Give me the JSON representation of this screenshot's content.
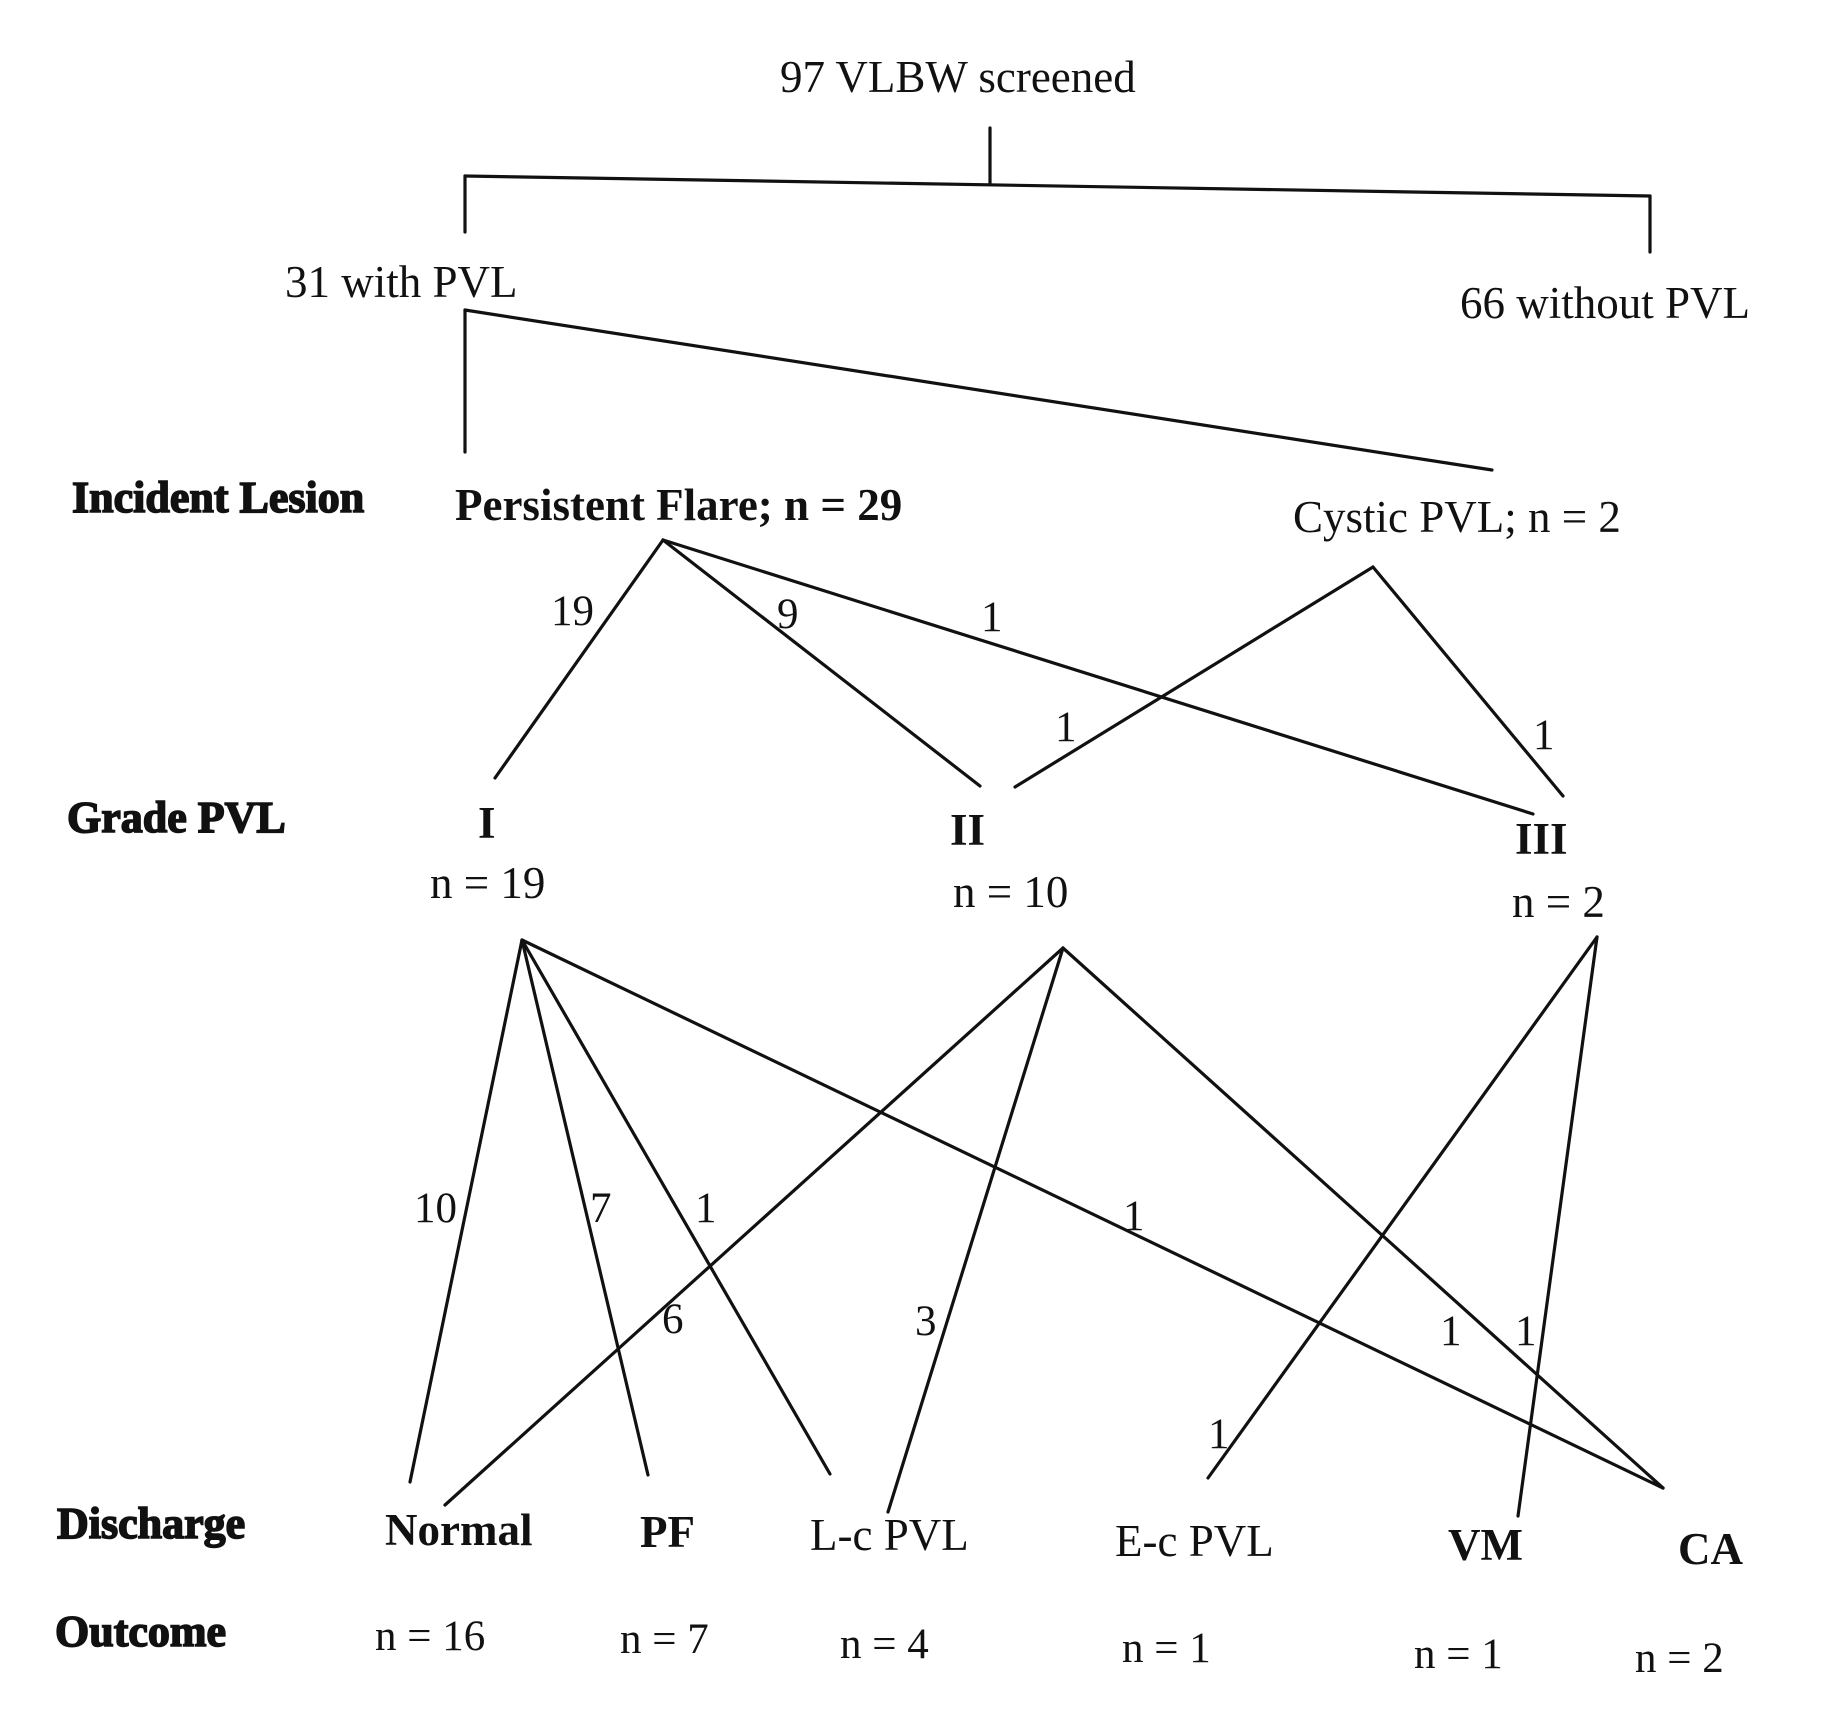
{
  "root": {
    "label": "97 VLBW screened"
  },
  "level1": {
    "with_pvl": "31 with PVL",
    "without_pvl": "66 without PVL"
  },
  "row_labels": {
    "incident_lesion": "Incident Lesion",
    "grade_pvl": "Grade PVL",
    "discharge": "Discharge",
    "outcome": "Outcome"
  },
  "incident_lesion": {
    "persistent_flare": "Persistent Flare; n = 29",
    "cystic_pvl": "Cystic PVL; n = 2"
  },
  "grades": [
    {
      "grade": "I",
      "n": "n = 19"
    },
    {
      "grade": "II",
      "n": "n = 10"
    },
    {
      "grade": "III",
      "n": "n = 2"
    }
  ],
  "lesion_to_grade": {
    "pf_to_I": "19",
    "pf_to_II": "9",
    "pf_to_III": "1",
    "cystic_to_II": "1",
    "cystic_to_III": "1"
  },
  "grade_to_outcome": {
    "I_to_normal": "10",
    "I_to_pf": "7",
    "I_to_lc": "1",
    "I_to_ca": "1",
    "II_to_normal": "6",
    "II_to_lc": "3",
    "II_to_ca": "1",
    "III_to_ec": "1",
    "III_to_vm": "1"
  },
  "outcomes": [
    {
      "label": "Normal",
      "n": "n = 16"
    },
    {
      "label": "PF",
      "n": "n = 7"
    },
    {
      "label": "L-c PVL",
      "n": "n = 4"
    },
    {
      "label": "E-c PVL",
      "n": "n = 1"
    },
    {
      "label": "VM",
      "n": "n = 1"
    },
    {
      "label": "CA",
      "n": "n = 2"
    }
  ]
}
